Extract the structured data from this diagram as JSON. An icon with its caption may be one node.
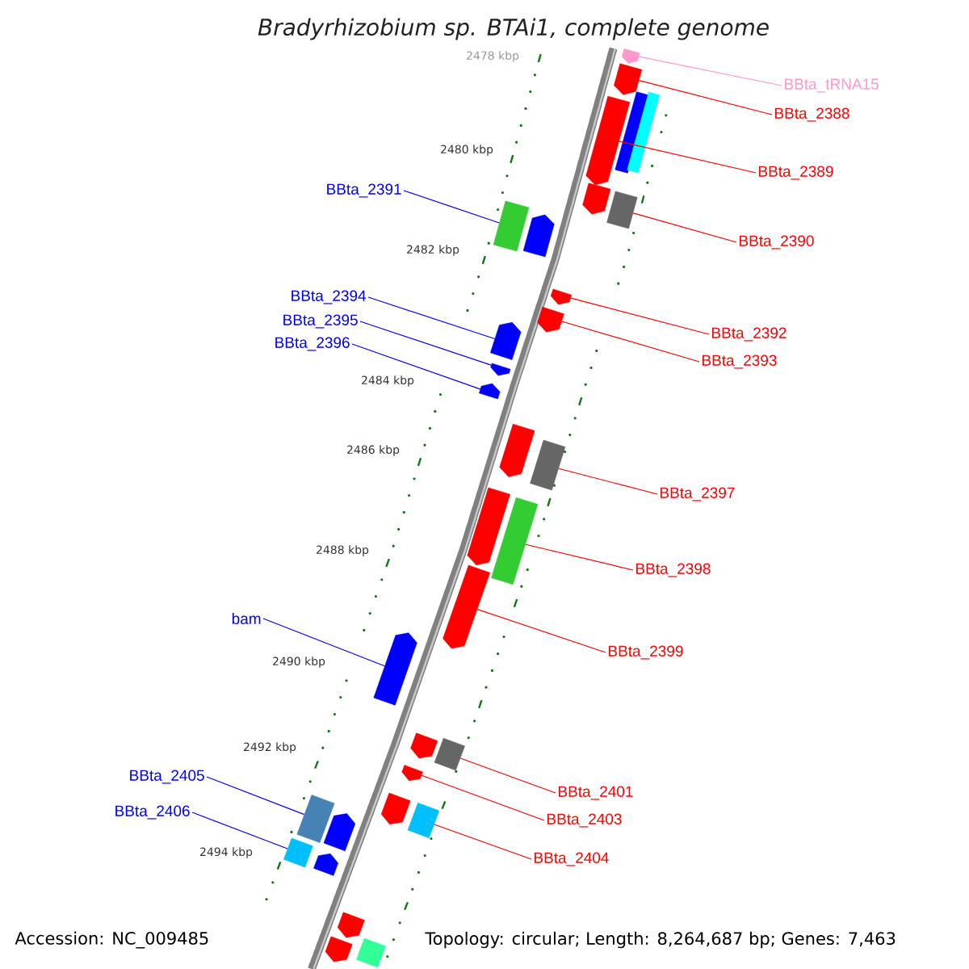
{
  "diagram": {
    "title": "*Bradyrhizobium* sp. BTAi1, complete genome",
    "nodes": [
      {
        "text": [
          "BBta_tRNA15"
        ]
      },
      {
        "text": [
          "BBta_2388"
        ]
      },
      {
        "text": [
          "BBta_2389"
        ]
      },
      {
        "text": [
          "BBta_2390"
        ]
      },
      {
        "text": [
          "BBta_2391"
        ]
      },
      {
        "text": [
          "BBta_2392"
        ]
      },
      {
        "text": [
          "BBta_2393"
        ]
      },
      {
        "text": [
          "BBta_2394"
        ]
      },
      {
        "text": [
          "BBta_2395"
        ]
      },
      {
        "text": [
          "BBta_2396"
        ]
      },
      {
        "text": [
          "BBta_2397"
        ]
      },
      {
        "text": [
          "BBta_2398"
        ]
      },
      {
        "text": [
          "BBta_2399"
        ]
      },
      {
        "text": [
          "bam"
        ]
      },
      {
        "text": [
          "BBta_2401"
        ]
      },
      {
        "text": [
          "BBta_2403"
        ]
      },
      {
        "text": [
          "BBta_2404"
        ]
      },
      {
        "text": [
          "BBta_2405"
        ]
      },
      {
        "text": [
          "BBta_2406"
        ]
      },
      {
        "text": [],
        "shape": "arrow"
      },
      {
        "text": [],
        "shape": "arrow"
      },
      {
        "text": [],
        "shape": "arrow"
      },
      {
        "text": [],
        "shape": "box"
      },
      {
        "text": [],
        "shape": "box"
      },
      {
        "text": [],
        "shape": "arrow"
      },
      {
        "text": [],
        "shape": "box"
      },
      {
        "text": [],
        "shape": "box"
      },
      {
        "text": [],
        "shape": "arrow"
      },
      {
        "text": [],
        "shape": "arrow"
      },
      {
        "text": [],
        "shape": "arrow"
      },
      {
        "text": [],
        "shape": "arrow"
      },
      {
        "text": [],
        "shape": "arrow"
      },
      {
        "text": [],
        "shape": "arrow"
      },
      {
        "text": [],
        "shape": "arrow"
      },
      {
        "text": [],
        "shape": "box"
      },
      {
        "text": [],
        "shape": "arrow"
      },
      {
        "text": [],
        "shape": "box"
      },
      {
        "text": [],
        "shape": "arrow"
      },
      {
        "text": [],
        "shape": "arrow"
      },
      {
        "text": [],
        "shape": "arrow"
      },
      {
        "text": [],
        "shape": "box"
      },
      {
        "text": [],
        "shape": "arrow"
      },
      {
        "text": [],
        "shape": "arrow"
      },
      {
        "text": [],
        "shape": "box"
      },
      {
        "text": [],
        "shape": "box"
      },
      {
        "text": [],
        "shape": "arrow"
      },
      {
        "text": [],
        "shape": "box"
      },
      {
        "text": [],
        "shape": "arrow"
      },
      {
        "text": [],
        "shape": "arrow"
      },
      {
        "text": [],
        "shape": "arrow"
      },
      {
        "text": [],
        "shape": "box"
      }
    ],
    "edges": [
      {
        "from": 0,
        "to": 19,
        "arrow": "none",
        "color": "#ff99cc"
      },
      {
        "from": 1,
        "to": 20,
        "arrow": "none"
      },
      {
        "from": 2,
        "to": 21,
        "arrow": "none"
      },
      {
        "from": 3,
        "to": 25,
        "arrow": "none"
      },
      {
        "from": 4,
        "to": 26,
        "arrow": "none",
        "color": "#0000ff"
      },
      {
        "from": 5,
        "to": 28,
        "arrow": "none"
      },
      {
        "from": 6,
        "to": 29,
        "arrow": "none"
      },
      {
        "from": 7,
        "to": 30,
        "arrow": "none",
        "color": "#0000ff"
      },
      {
        "from": 8,
        "to": 31,
        "arrow": "none",
        "color": "#0000ff"
      },
      {
        "from": 9,
        "to": 32,
        "arrow": "none",
        "color": "#0000ff"
      },
      {
        "from": 10,
        "to": 34,
        "arrow": "none"
      },
      {
        "from": 11,
        "to": 36,
        "arrow": "none"
      },
      {
        "from": 12,
        "to": 37,
        "arrow": "none"
      },
      {
        "from": 13,
        "to": 38,
        "arrow": "none",
        "color": "#0000ff"
      },
      {
        "from": 14,
        "to": 40,
        "arrow": "none"
      },
      {
        "from": 15,
        "to": 41,
        "arrow": "none"
      },
      {
        "from": 16,
        "to": 44,
        "arrow": "none"
      },
      {
        "from": 17,
        "to": 43,
        "arrow": "none",
        "color": "#0000ff"
      },
      {
        "from": 18,
        "to": 46,
        "arrow": "none",
        "color": "#0000ff"
      }
    ],
    "labels": [
      "2478 kbp",
      "2480 kbp",
      "2482 kbp",
      "2484 kbp",
      "2486 kbp",
      "2488 kbp",
      "2490 kbp",
      "2492 kbp",
      "2494 kbp",
      "Accession: NC_009485",
      "Topology: circular; Length: 8,264,687 bp; Genes: 7,463"
    ]
  }
}
